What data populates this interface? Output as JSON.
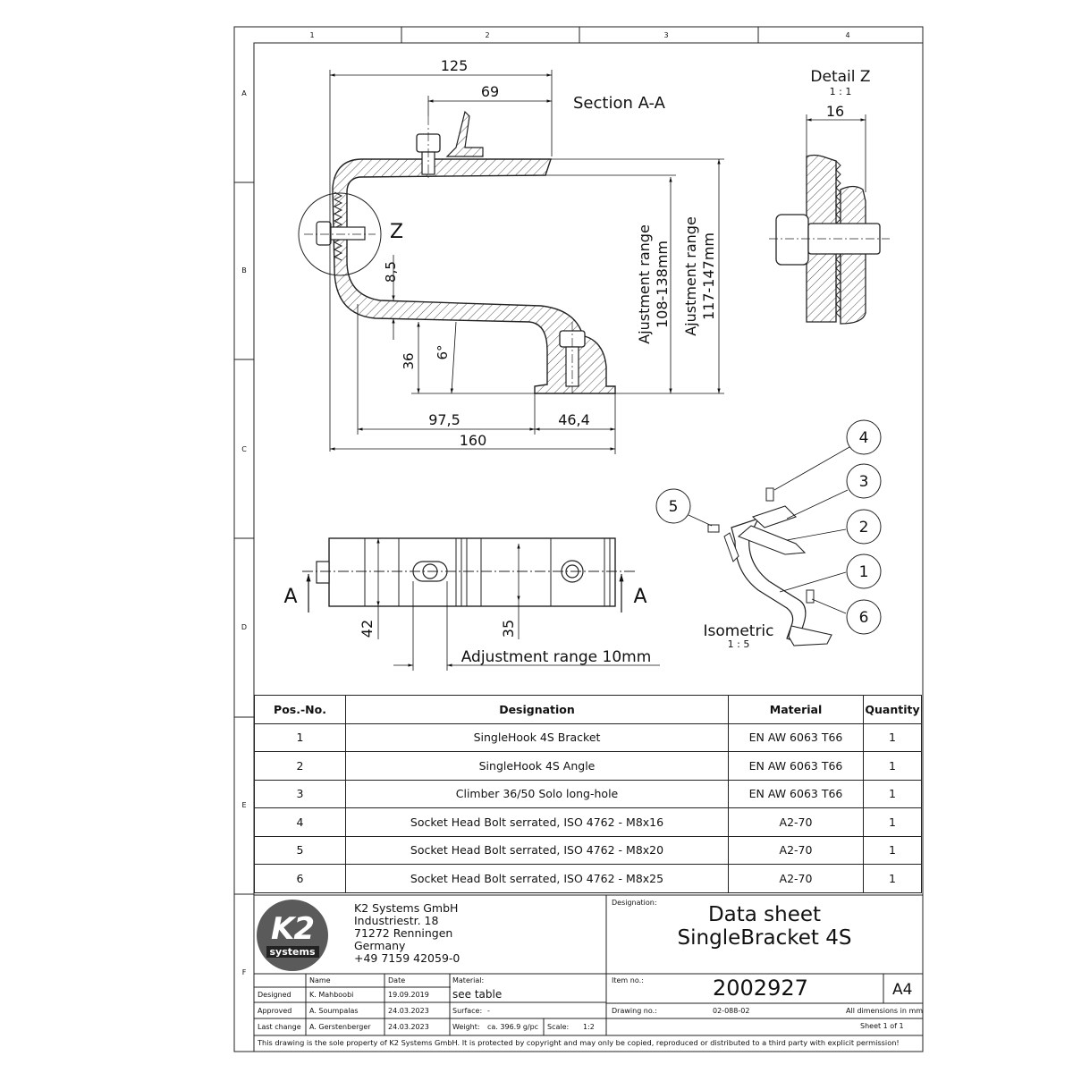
{
  "frame": {
    "columns": [
      "1",
      "2",
      "3",
      "4"
    ],
    "rows": [
      "A",
      "B",
      "C",
      "D",
      "E",
      "F"
    ]
  },
  "section": {
    "title": "Section A-A",
    "dims": {
      "d125": "125",
      "d69": "69",
      "d8_5": "8,5",
      "d36": "36",
      "d6deg": "6°",
      "d97_5": "97,5",
      "d46_4": "46,4",
      "d160": "160",
      "adj1_line1": "Ajustment range",
      "adj1_line2": "108-138mm",
      "adj2_line1": "Ajustment range",
      "adj2_line2": "117-147mm"
    },
    "z_label": "Z"
  },
  "detail": {
    "title": "Detail Z",
    "scale": "1 : 1",
    "dim16": "16"
  },
  "plan": {
    "a_left": "A",
    "a_right": "A",
    "d42": "42",
    "d35": "35",
    "adjustment": "Adjustment range 10mm"
  },
  "isometric": {
    "title": "Isometric",
    "scale": "1 : 5",
    "balloons": [
      "1",
      "2",
      "3",
      "4",
      "5",
      "6"
    ]
  },
  "bom": {
    "headers": [
      "Pos.-No.",
      "Designation",
      "Material",
      "Quantity"
    ],
    "rows": [
      [
        "1",
        "SingleHook 4S Bracket",
        "EN AW 6063 T66",
        "1"
      ],
      [
        "2",
        "SingleHook 4S Angle",
        "EN AW 6063 T66",
        "1"
      ],
      [
        "3",
        "Climber 36/50 Solo long-hole",
        "EN AW 6063 T66",
        "1"
      ],
      [
        "4",
        "Socket Head Bolt serrated, ISO 4762 - M8x16",
        "A2-70",
        "1"
      ],
      [
        "5",
        "Socket Head Bolt serrated, ISO 4762 - M8x20",
        "A2-70",
        "1"
      ],
      [
        "6",
        "Socket Head Bolt serrated, ISO 4762 - M8x25",
        "A2-70",
        "1"
      ]
    ]
  },
  "title_block": {
    "logo_main": "K2",
    "logo_sub": "systems",
    "company": [
      "K2 Systems GmbH",
      "Industriestr. 18",
      "71272 Renningen",
      "Germany",
      "+49 7159 42059-0"
    ],
    "designation_label": "Designation:",
    "designation_line1": "Data sheet",
    "designation_line2": "SingleBracket 4S",
    "name_label": "Name",
    "date_label": "Date",
    "designed_label": "Designed",
    "designed_name": "K. Mahboobi",
    "designed_date": "19.09.2019",
    "approved_label": "Approved",
    "approved_name": "A. Soumpalas",
    "approved_date": "24.03.2023",
    "lastchange_label": "Last change",
    "lastchange_name": "A. Gerstenberger",
    "lastchange_date": "24.03.2023",
    "material_label": "Material:",
    "material_value": "see table",
    "surface_label": "Surface:",
    "surface_value": "-",
    "weight_label": "Weight:",
    "weight_value": "ca. 396.9 g/pc",
    "scale_label": "Scale:",
    "scale_value": "1:2",
    "item_label": "Item no.:",
    "item_value": "2002927",
    "format": "A4",
    "drawing_label": "Drawing no.:",
    "drawing_value": "02-088-02",
    "dimensions_note": "All dimensions in mm",
    "sheet": "Sheet 1 of 1",
    "copyright": "This drawing is the sole property of K2 Systems GmbH.  It is protected by copyright and may only be copied, reproduced or distributed to a third party with explicit permission!"
  }
}
